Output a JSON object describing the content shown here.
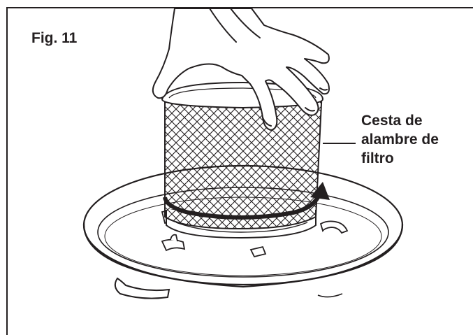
{
  "figure": {
    "label": "Fig. 11",
    "callout_lines": [
      "Cesta de",
      "alambre de",
      "filtro"
    ]
  },
  "colors": {
    "ink": "#231f20",
    "background": "#ffffff"
  },
  "icons": {
    "hand": "hand-icon",
    "filter": "filter-basket-icon",
    "arrow": "rotation-arrow-icon"
  }
}
